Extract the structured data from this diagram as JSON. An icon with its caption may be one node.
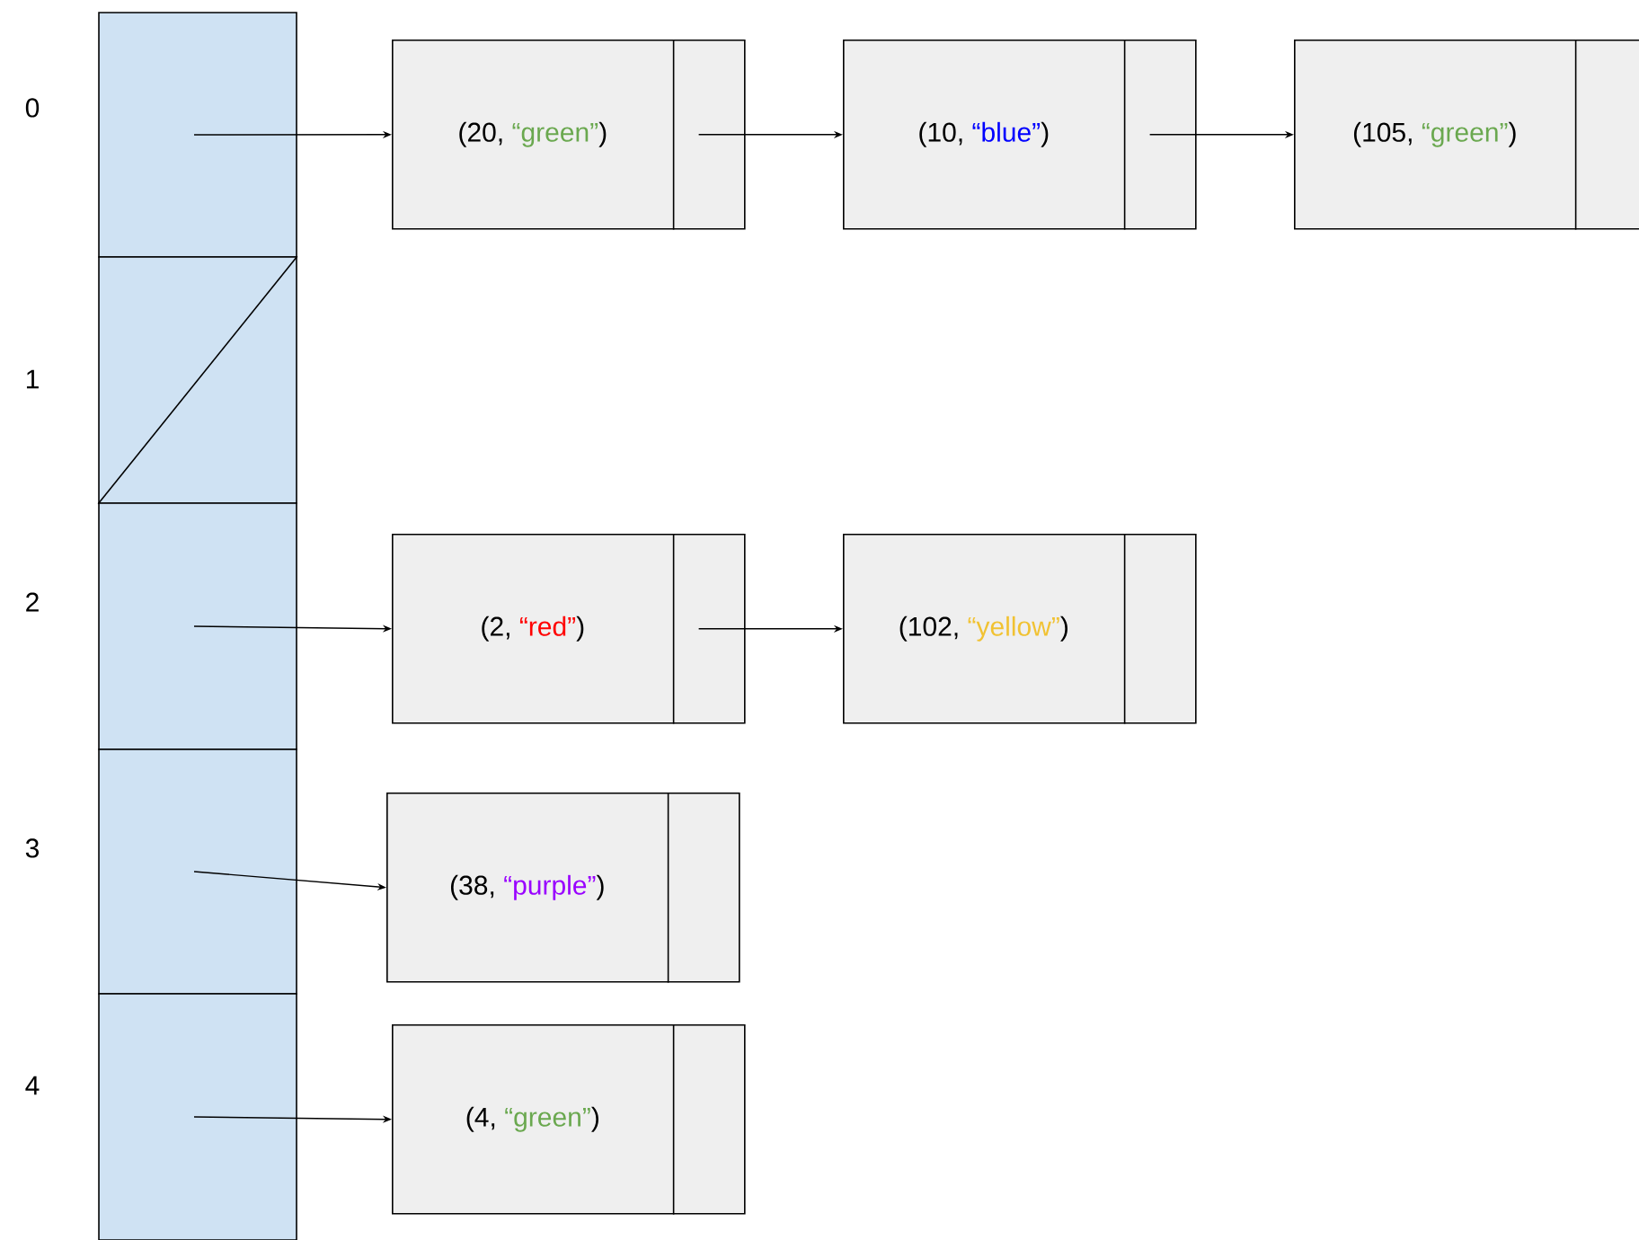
{
  "diagram": {
    "nodes": [
      {
        "text": [],
        "shape": "box",
        "beside": [
          "0"
        ]
      },
      {
        "text": [],
        "shape": "box",
        "beside": [
          "1"
        ]
      },
      {
        "text": [],
        "shape": "box",
        "beside": [
          "2"
        ]
      },
      {
        "text": [],
        "shape": "box",
        "beside": [
          "3"
        ]
      },
      {
        "text": [],
        "shape": "box",
        "beside": [
          "4"
        ]
      },
      {
        "text": [
          "(20,",
          "“green”",
          ")"
        ]
      },
      {
        "text": [
          "(10,",
          "“blue”",
          ")"
        ]
      },
      {
        "text": [
          "(105,",
          "“green”",
          ")"
        ]
      },
      {
        "text": [
          "(2,",
          "“red”",
          ")"
        ]
      },
      {
        "text": [
          "(102,",
          "“yellow”",
          ")"
        ]
      },
      {
        "text": [
          "(38,",
          "“purple”",
          ")"
        ]
      },
      {
        "text": [
          "(4,",
          "“green”",
          ")"
        ]
      }
    ],
    "edges": [
      {
        "from": 0,
        "to": 5,
        "arrow": "to"
      },
      {
        "from": 5,
        "to": 6,
        "arrow": "to"
      },
      {
        "from": 6,
        "to": 7,
        "arrow": "to"
      },
      {
        "from": 2,
        "to": 8,
        "arrow": "to"
      },
      {
        "from": 8,
        "to": 9,
        "arrow": "to"
      },
      {
        "from": 3,
        "to": 10,
        "arrow": "to"
      },
      {
        "from": 4,
        "to": 11,
        "arrow": "to"
      }
    ]
  }
}
